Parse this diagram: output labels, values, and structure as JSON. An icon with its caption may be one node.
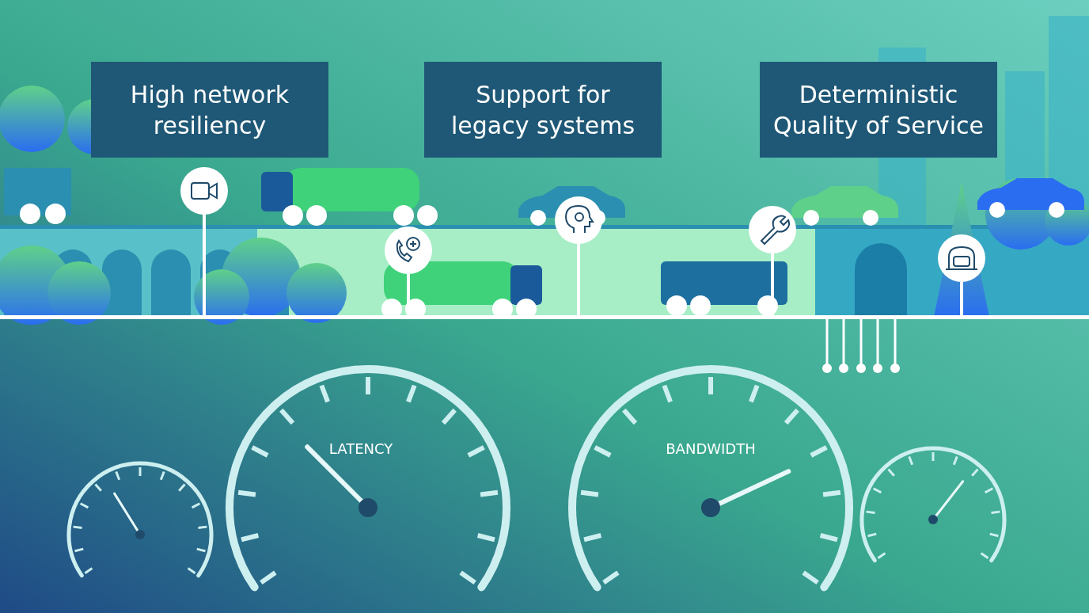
{
  "diagram": {
    "nodes": [
      {
        "text": [
          "High network resiliency"
        ]
      },
      {
        "text": [
          "Support for legacy systems"
        ]
      },
      {
        "text": [
          "Deterministic Quality of Service"
        ]
      }
    ],
    "labels": [
      "LATENCY",
      "BANDWIDTH"
    ]
  }
}
